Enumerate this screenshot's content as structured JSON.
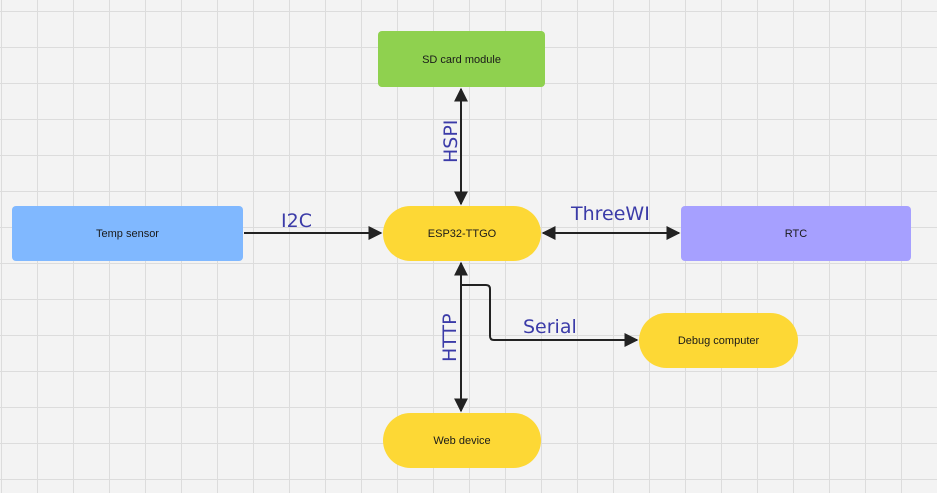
{
  "colors": {
    "sd_card": "#8fd14f",
    "temp_sensor": "#80b8ff",
    "esp32": "#fdd835",
    "rtc": "#a6a0ff",
    "debug": "#fdd835",
    "web": "#fdd835",
    "edge": "#222222",
    "edge_label": "#3b3ba8"
  },
  "nodes": {
    "sd_card": "SD card module",
    "temp_sensor": "Temp sensor",
    "esp32": "ESP32-TTGO",
    "rtc": "RTC",
    "debug_computer": "Debug computer",
    "web_device": "Web device"
  },
  "edges": {
    "hspi": "HSPI",
    "i2c": "I2C",
    "threewire": "ThreeWI",
    "serial": "Serial",
    "http": "HTTP"
  }
}
